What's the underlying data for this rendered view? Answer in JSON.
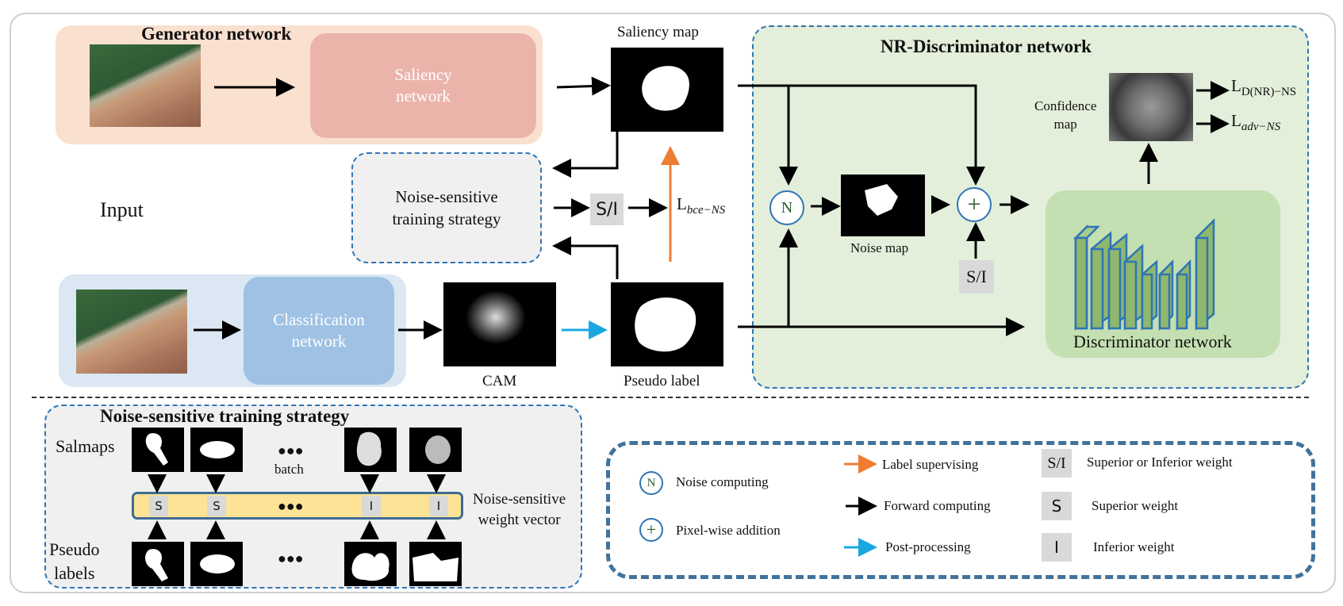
{
  "generator": {
    "title": "Generator network",
    "saliency_network": "Saliency\nnetwork"
  },
  "input_label": "Input",
  "saliency_map_label": "Saliency map",
  "classification": {
    "network": "Classification\nnetwork",
    "cam_label": "CAM",
    "pseudo_label": "Pseudo label"
  },
  "ns_strategy_box": "Noise-sensitive\ntraining strategy",
  "si_tag": "S/I",
  "loss_bce": "L",
  "loss_bce_sub": "bce−NS",
  "nr": {
    "title": "NR-Discriminator network",
    "confidence_map": "Confidence\nmap",
    "loss_d": "L",
    "loss_d_sub": "D(NR)−NS",
    "loss_adv": "L",
    "loss_adv_sub": "adv−NS",
    "noise_map": "Noise  map",
    "n_symbol": "N",
    "plus_symbol": "+",
    "si_tag": "S/I",
    "discriminator_label": "Discriminator network"
  },
  "ns_panel": {
    "title": "Noise-sensitive training strategy",
    "salmaps": "Salmaps",
    "pseudo_labels": "Pseudo\nlabels",
    "batch": "batch",
    "dots": "●●●",
    "weight_vector": "Noise-sensitive\nweight vector",
    "weights": [
      "S",
      "S",
      "I",
      "I"
    ]
  },
  "legend": {
    "noise_computing": "Noise computing",
    "pixel_addition": "Pixel-wise addition",
    "label_supervising": "Label supervising",
    "forward_computing": "Forward computing",
    "post_processing": "Post-processing",
    "si_symbol": "S/I",
    "si_desc": "Superior or Inferior weight",
    "s_symbol": "S",
    "s_desc": "Superior weight",
    "i_symbol": "I",
    "i_desc": "Inferior weight"
  },
  "colors": {
    "orange": "#ed7d31",
    "blue_arrow": "#1aa7e0",
    "black": "#000000",
    "dash_blue": "#2e75b6"
  }
}
